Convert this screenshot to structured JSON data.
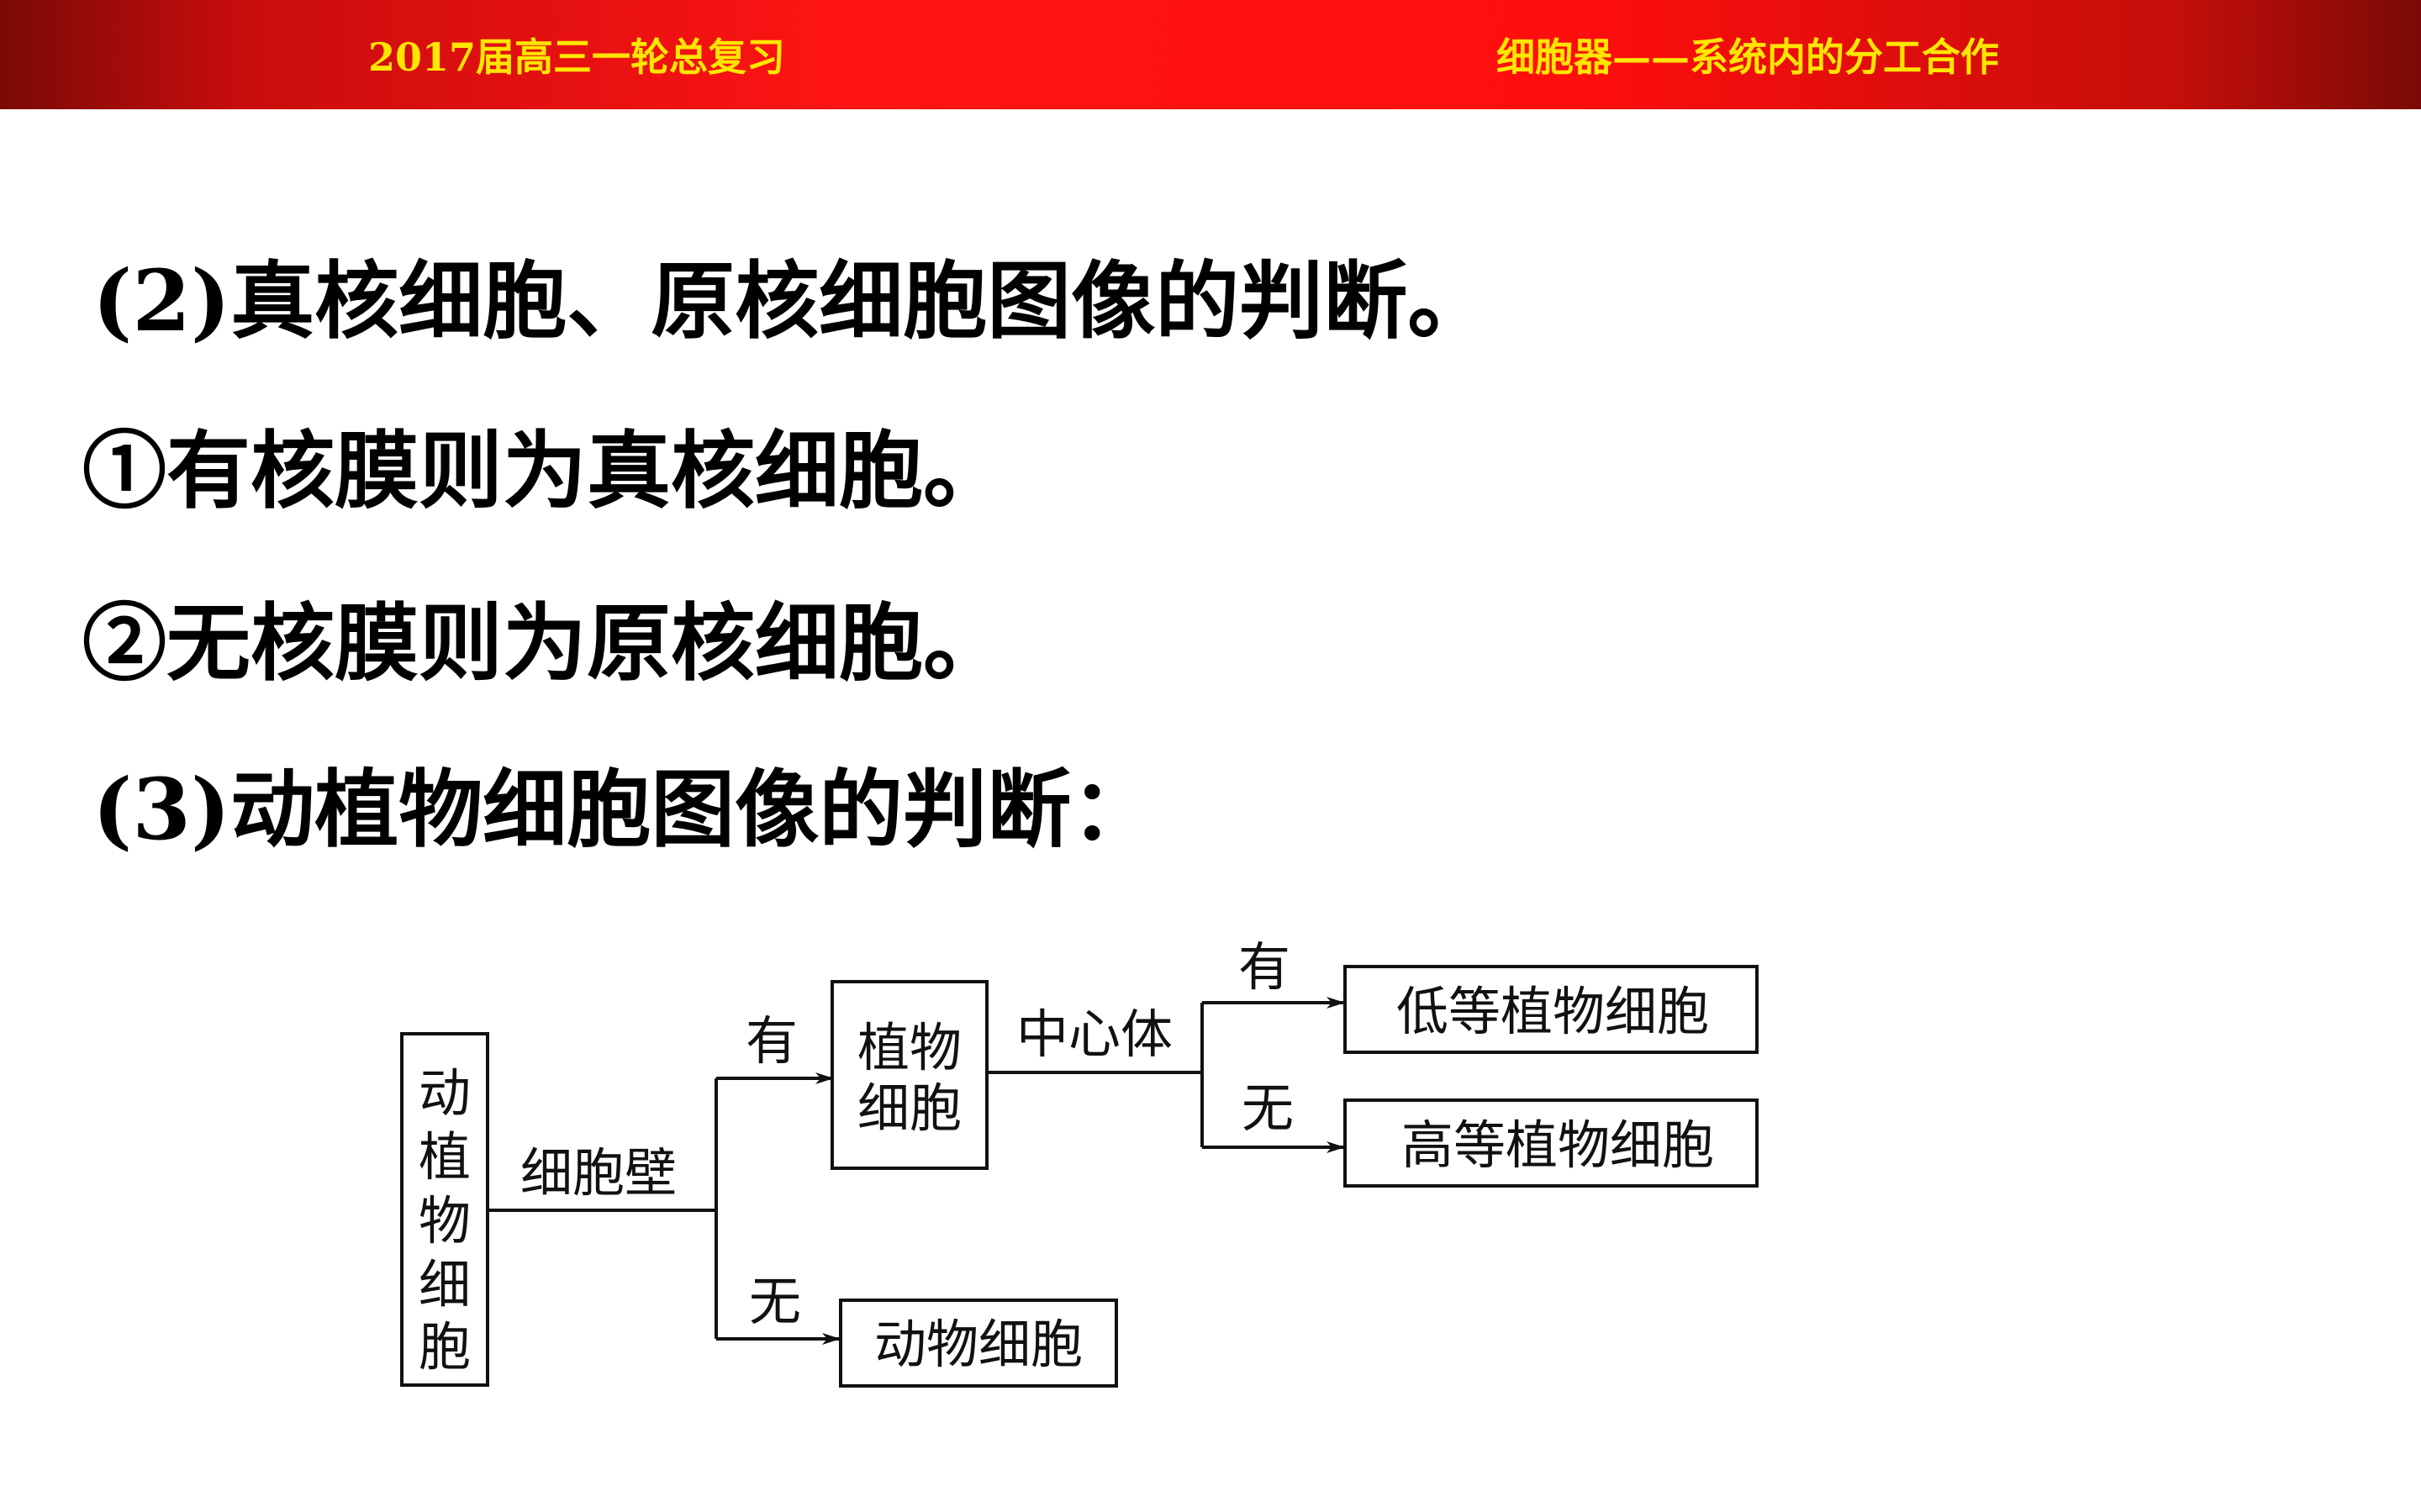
{
  "header": {
    "left_title": "2017届高三一轮总复习",
    "right_title": "细胞器——系统内的分工合作"
  },
  "content": {
    "line1": "(2)真核细胞、原核细胞图像的判断。",
    "line2": "①有核膜则为真核细胞。",
    "line3": "②无核膜则为原核细胞。",
    "line4": "(3)动植物细胞图像的判断："
  },
  "diagram": {
    "root_chars": [
      "动",
      "植",
      "物",
      "细",
      "胞"
    ],
    "cell_wall_label": "细胞壁",
    "has_label_1": "有",
    "no_label_1": "无",
    "plant_cell_line1": "植物",
    "plant_cell_line2": "细胞",
    "animal_cell": "动物细胞",
    "centriole_label": "中心体",
    "has_label_2": "有",
    "no_label_2": "无",
    "lower_plant": "低等植物细胞",
    "higher_plant": "高等植物细胞"
  },
  "colors": {
    "header_bg": "#ff1414",
    "header_text": "#ffe600",
    "body_text": "#000000"
  }
}
